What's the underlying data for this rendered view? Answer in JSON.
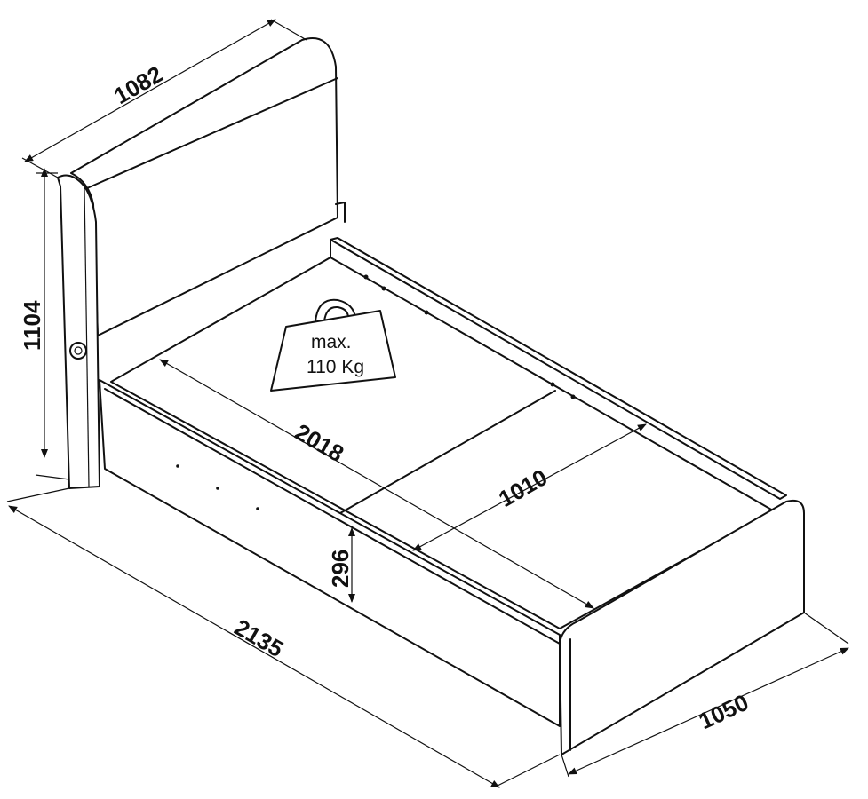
{
  "dimensions": {
    "headboard_width": "1082",
    "total_height": "1104",
    "inner_length": "2018",
    "inner_width": "1010",
    "side_height": "296",
    "total_length": "2135",
    "total_width": "1050"
  },
  "load_label": {
    "line1": "max.",
    "line2": "110 Kg"
  }
}
